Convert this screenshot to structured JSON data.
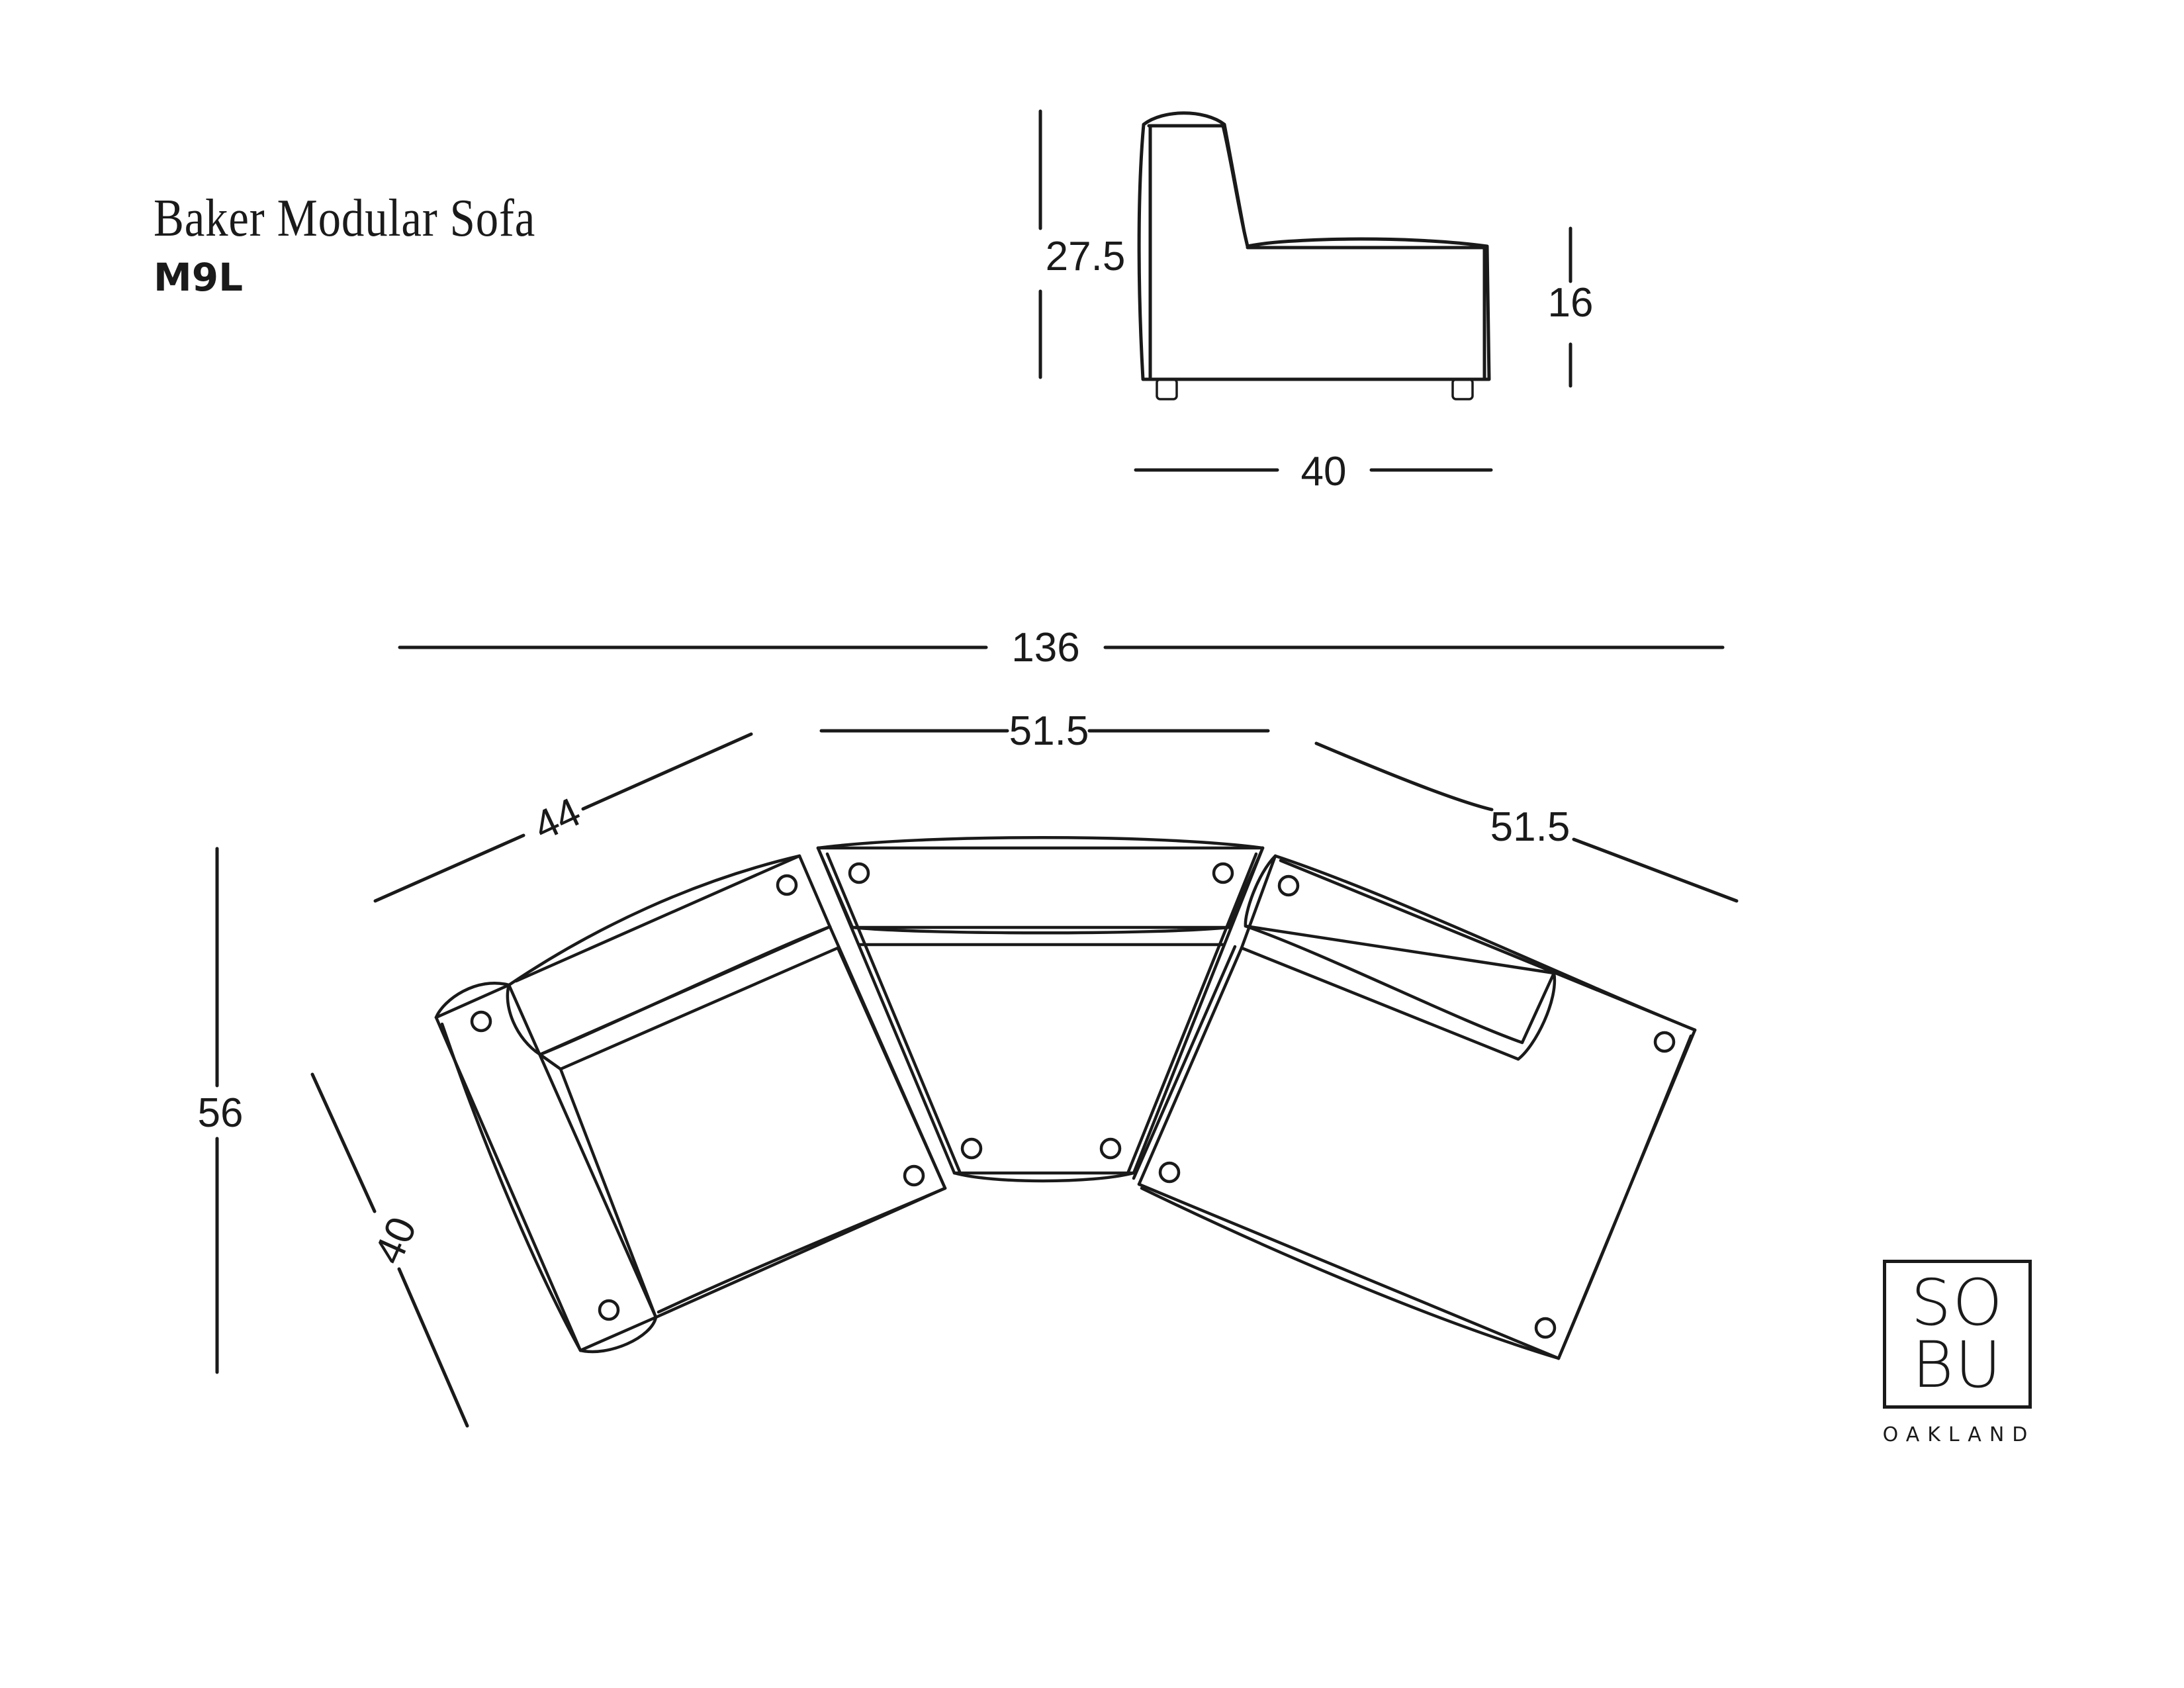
{
  "header": {
    "product_name": "Baker Modular Sofa",
    "model_code": "M9L"
  },
  "side_view": {
    "total_height": "27.5",
    "seat_height": "16",
    "depth": "40"
  },
  "top_view": {
    "overall_width": "136",
    "center_module_width": "51.5",
    "left_module_width": "44",
    "right_module_width": "51.5",
    "left_module_depth": "40",
    "overall_depth": "56"
  },
  "logo": {
    "line1": "SO",
    "line2": "BU",
    "subtitle": "OAKLAND"
  },
  "colors": {
    "ink": "#1a1a1a",
    "background": "#ffffff"
  }
}
